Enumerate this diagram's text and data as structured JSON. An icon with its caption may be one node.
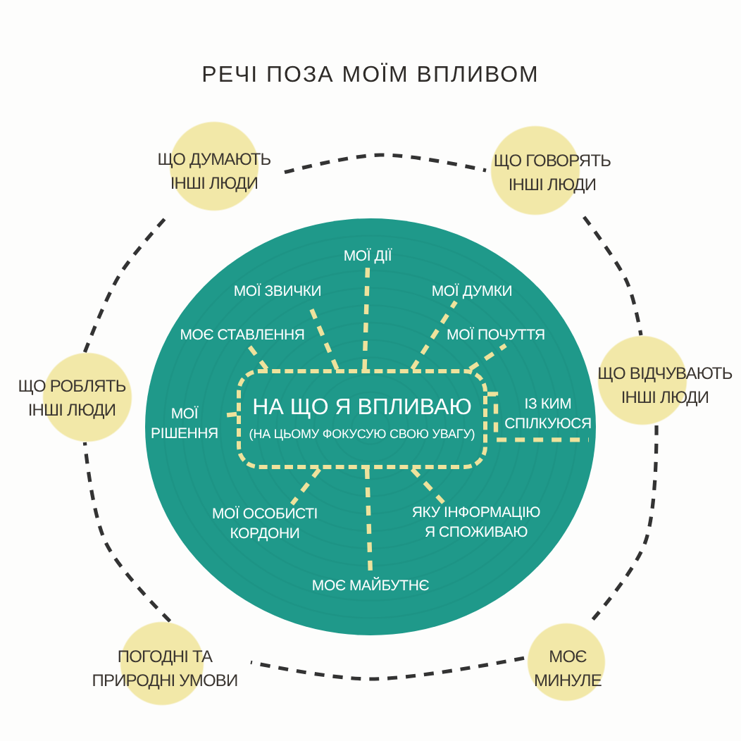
{
  "diagram": {
    "title": "РЕЧІ ПОЗА МОЇМ ВПЛИВОМ",
    "nodes": [
      {
        "text": [
          "ЩО ДУМАЮТЬ ІНШІ ЛЮДИ"
        ]
      },
      {
        "text": [
          "ЩО ГОВОРЯТЬ ІНШІ ЛЮДИ"
        ]
      },
      {
        "text": [],
        "shape": "circle"
      },
      {
        "text": [
          "МОЇ ДІЇ"
        ],
        "in": 2
      },
      {
        "text": [
          "МОЇ ЗВИЧКИ"
        ],
        "in": 2
      },
      {
        "text": [
          "МОЇ ДУМКИ"
        ],
        "in": 2
      },
      {
        "text": [
          "МОЄ СТАВЛЕННЯ"
        ],
        "in": 2
      },
      {
        "text": [
          "МОЇ ПОЧУТТЯ"
        ],
        "in": 2
      },
      {
        "text": [
          "ЩО РОБЛЯТЬ ІНШІ ЛЮДИ"
        ]
      },
      {
        "text": [
          "МОЇ РІШЕННЯ"
        ],
        "in": 2
      },
      {
        "text": [
          "НА ЩО Я ВПЛИВАЮ",
          "(НА ЦЬОМУ ФОКУСУЮ СВОЮ УВАГУ)"
        ],
        "in": 2
      },
      {
        "text": [
          "ІЗ КИМ СПІЛКУЮСЯ"
        ],
        "in": 2
      },
      {
        "text": [
          "ЩО ВІДЧУВАЮТЬ ІНШІ ЛЮДИ"
        ]
      },
      {
        "text": [
          "МОЇ ОСОБИСТІ КОРДОНИ"
        ],
        "in": 2
      },
      {
        "text": [
          "ЯКУ ІНФОРМАЦІЮ Я СПОЖИВАЮ"
        ],
        "in": 2
      },
      {
        "text": [
          "МОЄ МАЙБУТНЄ"
        ],
        "in": 2
      },
      {
        "text": [
          "ПОГОДНІ ТА ПРИРОДНІ УМОВИ"
        ]
      },
      {
        "text": [
          "МОЄ МИНУЛЕ"
        ]
      }
    ],
    "edges": [
      {
        "from": 10,
        "to": 3,
        "arrow": "none",
        "style": "dashed"
      },
      {
        "from": 10,
        "to": 4,
        "arrow": "none",
        "style": "dashed"
      },
      {
        "from": 10,
        "to": 5,
        "arrow": "none",
        "style": "dashed"
      },
      {
        "from": 10,
        "to": 6,
        "arrow": "none",
        "style": "dashed"
      },
      {
        "from": 10,
        "to": 7,
        "arrow": "none",
        "style": "dashed"
      },
      {
        "from": 10,
        "to": 9,
        "arrow": "none",
        "style": "dashed"
      },
      {
        "from": 10,
        "to": 11,
        "arrow": "none",
        "style": "dashed"
      },
      {
        "from": 10,
        "to": 13,
        "arrow": "none",
        "style": "dashed"
      },
      {
        "from": 10,
        "to": 14,
        "arrow": "none",
        "style": "dashed"
      },
      {
        "from": 10,
        "to": 15,
        "arrow": "none",
        "style": "dashed"
      },
      {
        "from": 0,
        "to": 1,
        "arrow": "none",
        "style": "dashed",
        "color": "#333333"
      },
      {
        "from": 1,
        "to": 12,
        "arrow": "none",
        "style": "dashed",
        "color": "#333333"
      },
      {
        "from": 12,
        "to": 17,
        "arrow": "none",
        "style": "dashed",
        "color": "#333333"
      },
      {
        "from": 17,
        "to": 16,
        "arrow": "none",
        "style": "dashed",
        "color": "#333333"
      },
      {
        "from": 16,
        "to": 8,
        "arrow": "none",
        "style": "dashed",
        "color": "#333333"
      },
      {
        "from": 8,
        "to": 0,
        "arrow": "none",
        "style": "dashed",
        "color": "#333333"
      }
    ]
  }
}
